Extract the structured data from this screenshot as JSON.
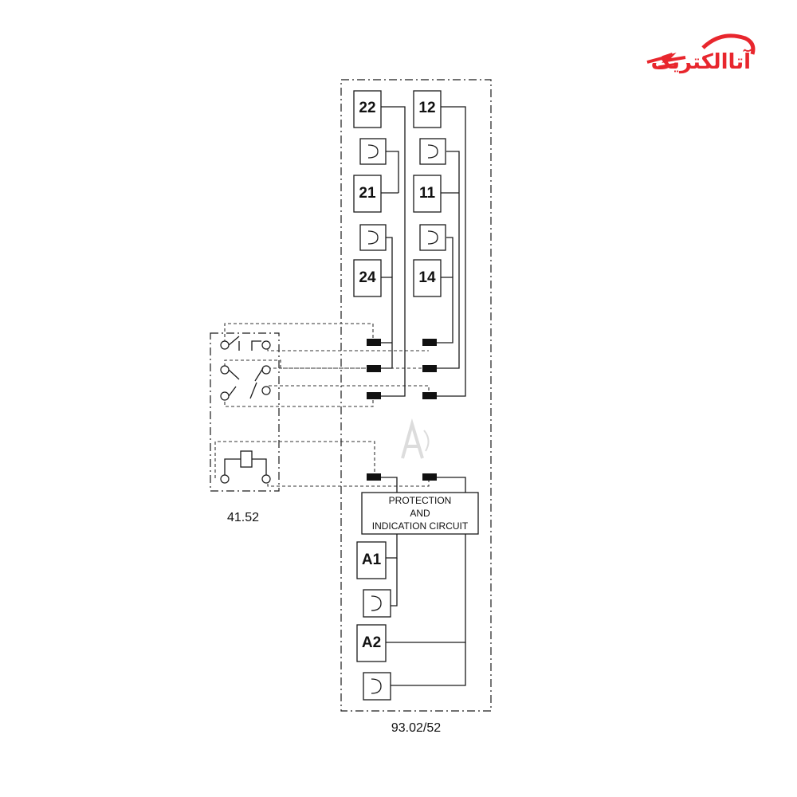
{
  "logo": {
    "text": "آتاالکتریک",
    "color": "#e8262d"
  },
  "diagram": {
    "left_module_label": "41.52",
    "right_module_label": "93.02/52",
    "terminals": {
      "t22": "22",
      "t21": "21",
      "t24": "24",
      "t12": "12",
      "t11": "11",
      "t14": "14",
      "a1": "A1",
      "a2": "A2"
    },
    "protection_box": {
      "line1": "PROTECTION",
      "line2": "AND",
      "line3": "INDICATION CIRCUIT"
    }
  }
}
